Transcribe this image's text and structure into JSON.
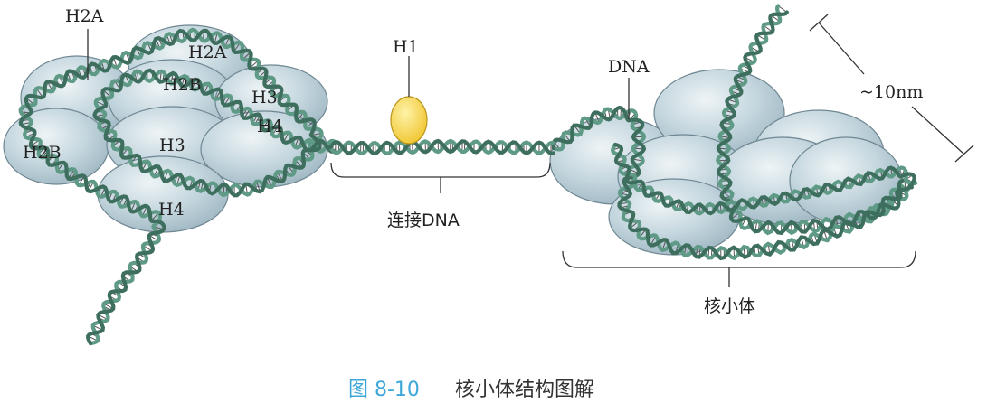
{
  "labels": {
    "h2a_outer": "H2A",
    "h2a_inner": "H2A",
    "h2b_top": "H2B",
    "h2b_left": "H2B",
    "h3_right": "H3",
    "h3_center": "H3",
    "h4_right": "H4",
    "h4_bottom": "H4",
    "h1": "H1",
    "linker_dna": "连接DNA",
    "dna": "DNA",
    "size": "~10nm",
    "nucleosome": "核小体"
  },
  "caption": {
    "figure_number": "图 8-10",
    "title": "核小体结构图解"
  },
  "colors": {
    "histone_fill": "#b9cdd6",
    "histone_stroke": "#6e8792",
    "dna_strand": "#5f9a86",
    "dna_dark": "#3e6f5e",
    "h1_fill": "#f4d24a",
    "caption_accent": "#3ea7d8"
  }
}
